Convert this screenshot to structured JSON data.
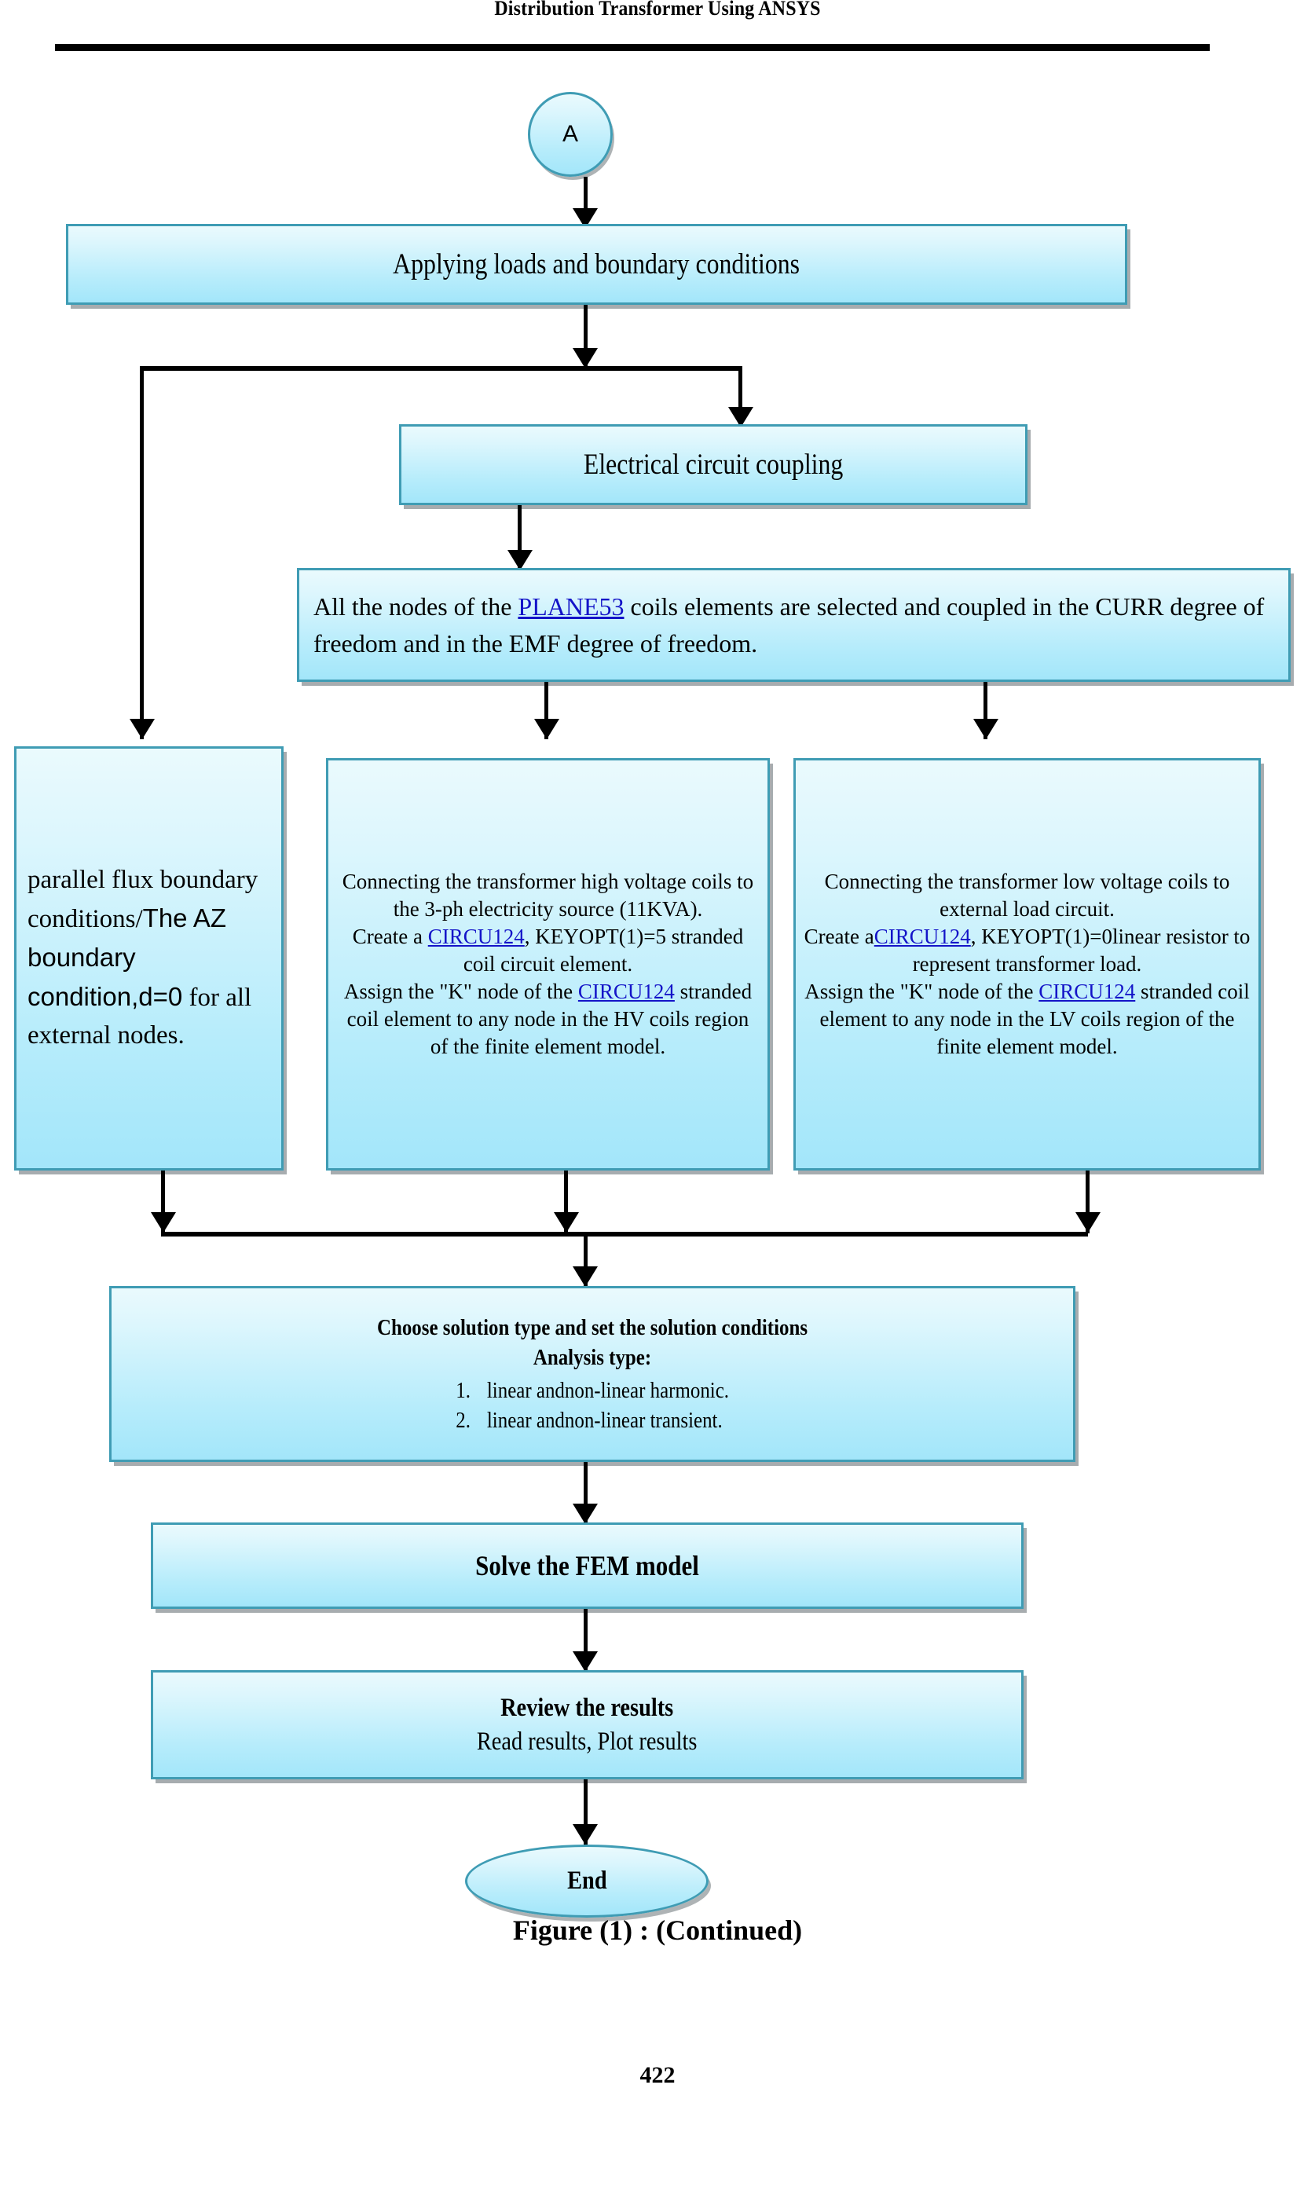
{
  "header": {
    "running_head": "Distribution Transformer Using ANSYS"
  },
  "flowchart": {
    "connector_a": {
      "label": "A"
    },
    "apply_loads": {
      "label": "Applying loads and boundary conditions"
    },
    "circuit_coupling": {
      "label": "Electrical circuit coupling"
    },
    "plane53": {
      "text_1": "All the nodes of the ",
      "link_1": "PLANE53",
      "text_2": " coils elements are selected and coupled in the CURR degree of freedom and in the EMF degree of freedom."
    },
    "parallel_flux": {
      "text_1": "parallel flux boundary conditions/",
      "text_2": "The AZ boundary condition,d=0",
      "text_3": " for all external nodes."
    },
    "hv_coils": {
      "line_1": "Connecting the transformer high voltage coils to the 3-ph electricity source (11KVA).",
      "line_2_pre": "Create a ",
      "line_2_link": "CIRCU124",
      "line_2_post": ", KEYOPT(1)=5 stranded coil circuit element.",
      "line_3_pre": "Assign the \"K\" node of the ",
      "line_3_link": "CIRCU124",
      "line_3_post": " stranded coil element to any node in the HV coils region of the finite element model."
    },
    "lv_coils": {
      "line_1": "Connecting the transformer low voltage coils to external load circuit.",
      "line_2_pre": "Create a",
      "line_2_link": "CIRCU124",
      "line_2_post": ", KEYOPT(1)=0linear resistor  to represent transformer load.",
      "line_3_pre": "Assign the \"K\" node of the ",
      "line_3_link": "CIRCU124",
      "line_3_post": " stranded coil element to any node in the LV coils region of the finite element model."
    },
    "solution_type": {
      "title": "Choose solution type and set the solution conditions",
      "subtitle": "Analysis type:",
      "items": [
        {
          "num": "1.",
          "label": "linear andnon-linear harmonic."
        },
        {
          "num": "2.",
          "label": "linear andnon-linear transient."
        }
      ]
    },
    "solve": {
      "label": "Solve the FEM model"
    },
    "review": {
      "title": "Review the results",
      "subtitle": "Read results, Plot results"
    },
    "end": {
      "label": "End"
    }
  },
  "caption": "Figure (1) : (Continued)",
  "folio": "422",
  "colors": {
    "node_border": "#3f9cb4",
    "node_fill_top": "#eafafd",
    "node_fill_bottom": "#a3e6fa",
    "link": "#1414c8",
    "connector": "#000000"
  }
}
